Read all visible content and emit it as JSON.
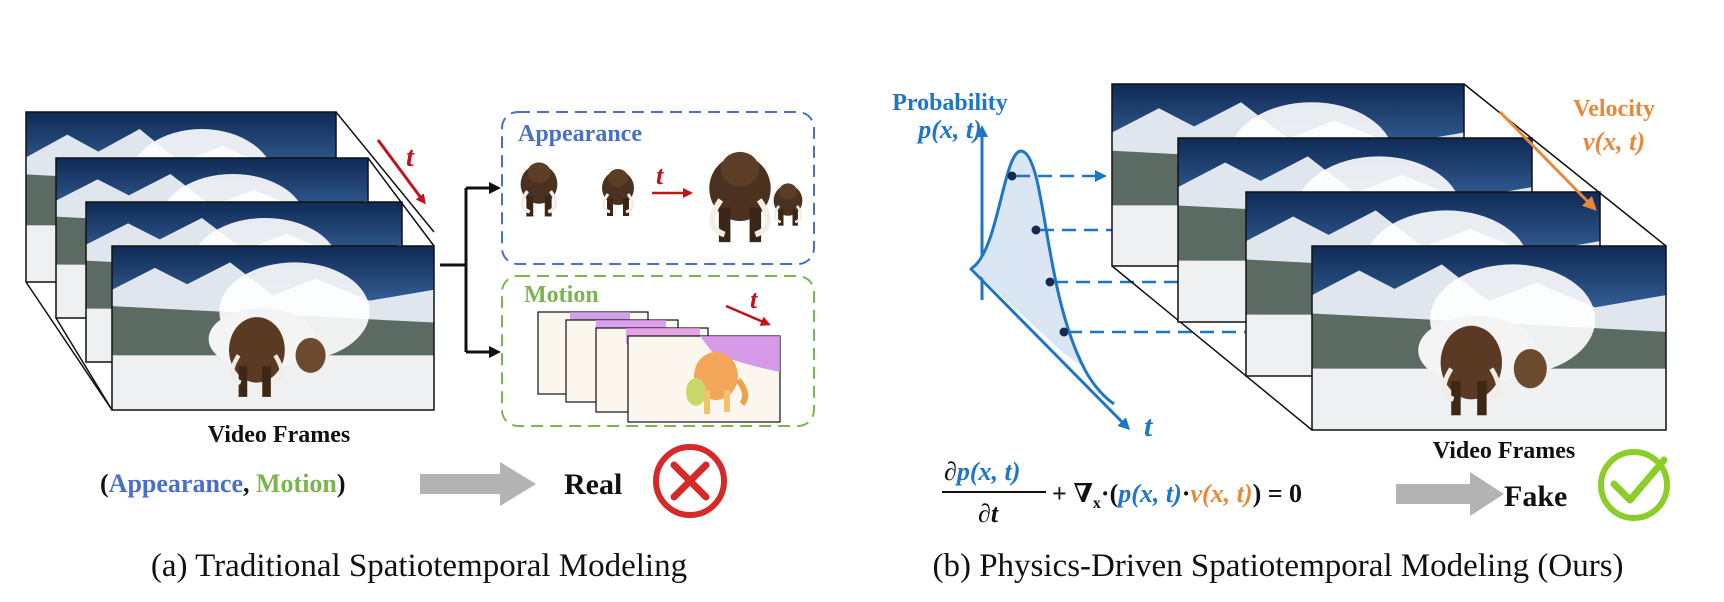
{
  "colors": {
    "appearance": "#4a6fc4",
    "motion": "#7ab551",
    "arrow_red": "#c0141c",
    "probability_blue": "#1f76c4",
    "velocity_orange": "#e8893a",
    "cross_red": "#d42a2a",
    "check_green": "#8ccd2a",
    "gray_arrow": "#b3b3b3"
  },
  "panel_a": {
    "frames_label": "Video Frames",
    "t_label": "t",
    "appearance_label": "Appearance",
    "motion_label": "Motion",
    "t_appearance": "t",
    "t_motion": "t",
    "tuple_open": "(",
    "tuple_appearance": "Appearance",
    "tuple_comma": ", ",
    "tuple_motion": "Motion",
    "tuple_close": ")",
    "result": "Real",
    "result_icon": "cross-icon",
    "caption": "(a) Traditional Spatiotemporal Modeling"
  },
  "panel_b": {
    "probability_label": "Probability",
    "probability_symbol": "p(x, t)",
    "velocity_label": "Velocity",
    "velocity_symbol": "v(x, t)",
    "t_axis": "t",
    "frames_label": "Video Frames",
    "equation": {
      "num_d": "∂",
      "num_p": "p(x, t)",
      "den": "∂t",
      "plus_nabla": "+ ∇",
      "sub_x": "x",
      "dot_open": "·(",
      "p_term": "p(x, t)",
      "dot": "·",
      "v_term": "v(x, t)",
      "close_eq": ") = 0"
    },
    "result": "Fake",
    "result_icon": "check-icon",
    "caption": "(b) Physics-Driven Spatiotemporal Modeling (Ours)"
  }
}
